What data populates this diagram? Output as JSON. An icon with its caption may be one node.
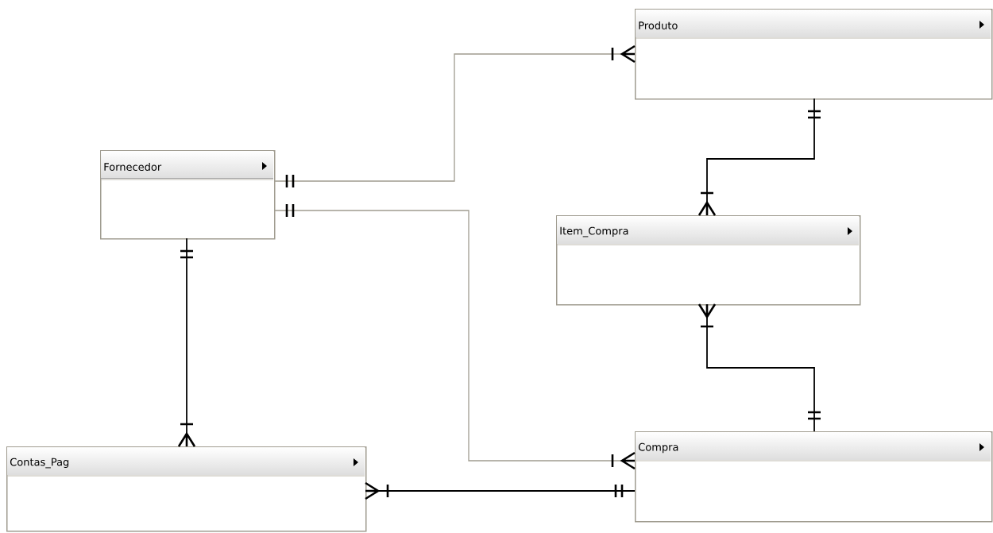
{
  "diagram": {
    "nodes": [
      {
        "text": [
          "Produto"
        ]
      },
      {
        "text": [
          "Fornecedor"
        ]
      },
      {
        "text": [
          "Item_Compra"
        ]
      },
      {
        "text": [
          "Compra"
        ]
      },
      {
        "text": [
          "Contas_Pag"
        ]
      }
    ],
    "edges": [
      {
        "from": 1,
        "to": 0,
        "arrow": "other",
        "color": "#a09c90"
      },
      {
        "from": 1,
        "to": 3,
        "arrow": "other",
        "color": "#a09c90"
      },
      {
        "from": 1,
        "to": 4,
        "arrow": "other"
      },
      {
        "from": 0,
        "to": 2,
        "arrow": "other"
      },
      {
        "from": 3,
        "to": 2,
        "arrow": "other"
      },
      {
        "from": 3,
        "to": 4,
        "arrow": "other"
      }
    ]
  }
}
